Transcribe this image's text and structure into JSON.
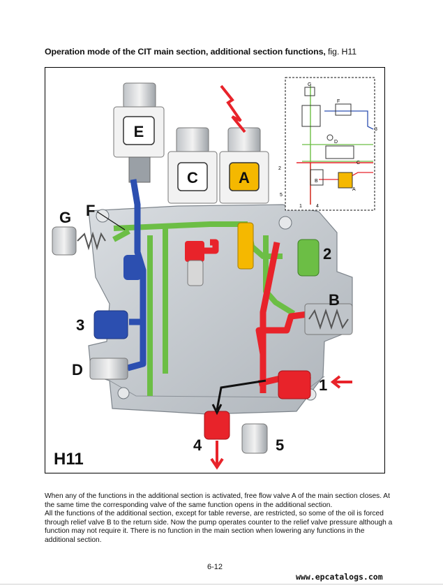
{
  "heading": {
    "title": "Operation mode of the CIT main section, additional section functions,",
    "fig_ref": " fig. H11"
  },
  "figure": {
    "id_label": "H11",
    "valve_labels": {
      "e": "E",
      "c": "C",
      "a": "A"
    },
    "port_labels": {
      "g": "G",
      "f": "F",
      "p2": "2",
      "b": "B",
      "p3": "3",
      "d": "D",
      "p1": "1",
      "p4": "4",
      "p5": "5"
    },
    "schematic_labels": {
      "g": "G",
      "f": "F",
      "d": "D",
      "b": "B",
      "a": "A",
      "c": "C",
      "n3": "3",
      "n2": "2",
      "n5": "5",
      "n1": "1",
      "n4": "4"
    },
    "colors": {
      "pressure": "#e8232a",
      "return": "#2c4fb0",
      "pilot": "#6cbe45",
      "valve_a": "#f5b800",
      "body": "#c9ced3"
    }
  },
  "paragraphs": [
    "When any of the functions in the additional section is activated, free flow valve A of the main section closes. At the same time the corresponding valve of the same function opens in the additional section.",
    "All the functions of the additional section, except for table reverse, are restricted, so some of the oil is forced through relief valve B to the return side. Now the pump operates counter to the relief valve pressure although a function may not require it. There is no function in the main section when lowering any functions in the additional section."
  ],
  "page_number": "6-12",
  "watermark": "www.epcatalogs.com"
}
